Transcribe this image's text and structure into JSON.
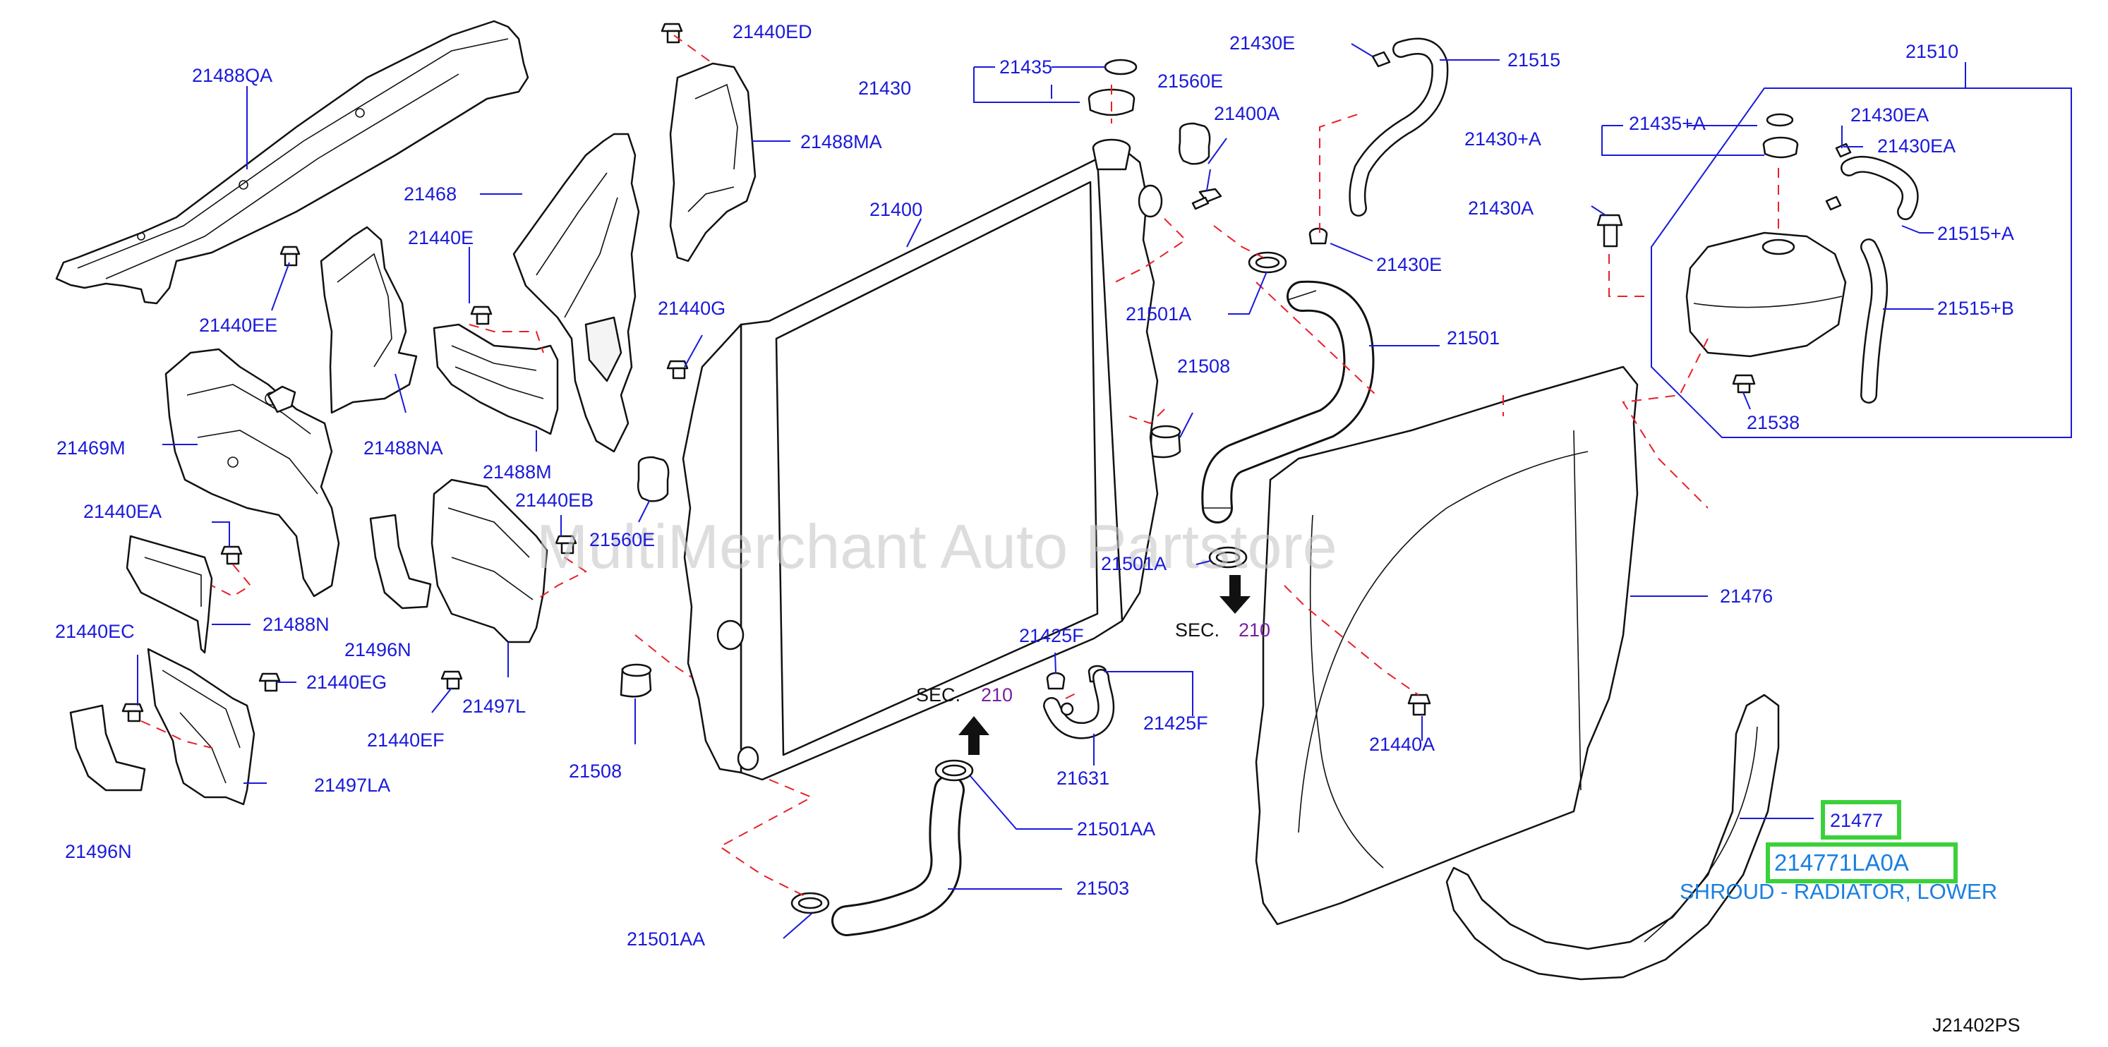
{
  "colors": {
    "label": "#1a1adb",
    "leader": "#1a1adb",
    "dashed_guide": "#e8202a",
    "section_number": "#7a1fa2",
    "highlight_box": "#3ad13a",
    "highlight_text": "#1a7fe0",
    "black": "#111111",
    "watermark": "#c8c8c8"
  },
  "labels": {
    "p21488QA": "21488QA",
    "p21440EE": "21440EE",
    "p21469M": "21469M",
    "p21440EA": "21440EA",
    "p21488N": "21488N",
    "p21440EC": "21440EC",
    "p21440EG": "21440EG",
    "p21497LA": "21497LA",
    "p21496N_a": "21496N",
    "p21496N_b": "21496N",
    "p21468": "21468",
    "p21440E": "21440E",
    "p21488NA": "21488NA",
    "p21488M": "21488M",
    "p21440EB": "21440EB",
    "p21497L": "21497L",
    "p21440EF": "21440EF",
    "p21440ED": "21440ED",
    "p21488MA": "21488MA",
    "p21440G": "21440G",
    "p21560E_a": "21560E",
    "p21560E_b": "21560E",
    "p21508_a": "21508",
    "p21508_b": "21508",
    "p21430": "21430",
    "p21435": "21435",
    "p21400": "21400",
    "p21400A": "21400A",
    "p21430E_a": "21430E",
    "p21430E_b": "21430E",
    "p21515": "21515",
    "p21501A_a": "21501A",
    "p21501A_b": "21501A",
    "p21501": "21501",
    "p21425F_a": "21425F",
    "p21425F_b": "21425F",
    "p21631": "21631",
    "p21501AA_a": "21501AA",
    "p21501AA_b": "21501AA",
    "p21503": "21503",
    "p21510": "21510",
    "p21435A": "21435+A",
    "p21430A_plus": "21430+A",
    "p21430EA_a": "21430EA",
    "p21430EA_b": "21430EA",
    "p21430A": "21430A",
    "p21515A": "21515+A",
    "p21515B": "21515+B",
    "p21538": "21538",
    "p21476": "21476",
    "p21440A": "21440A",
    "p21477": "21477",
    "p214771LA0A": "214771LA0A",
    "shroud_desc": "SHROUD - RADIATOR, LOWER"
  },
  "sections": {
    "sec_label_a": "SEC.",
    "sec_num_a": "210",
    "sec_label_b": "SEC.",
    "sec_num_b": "210"
  },
  "watermark": "MultiMerchant Auto Partstore",
  "diagram_code": "J21402PS"
}
